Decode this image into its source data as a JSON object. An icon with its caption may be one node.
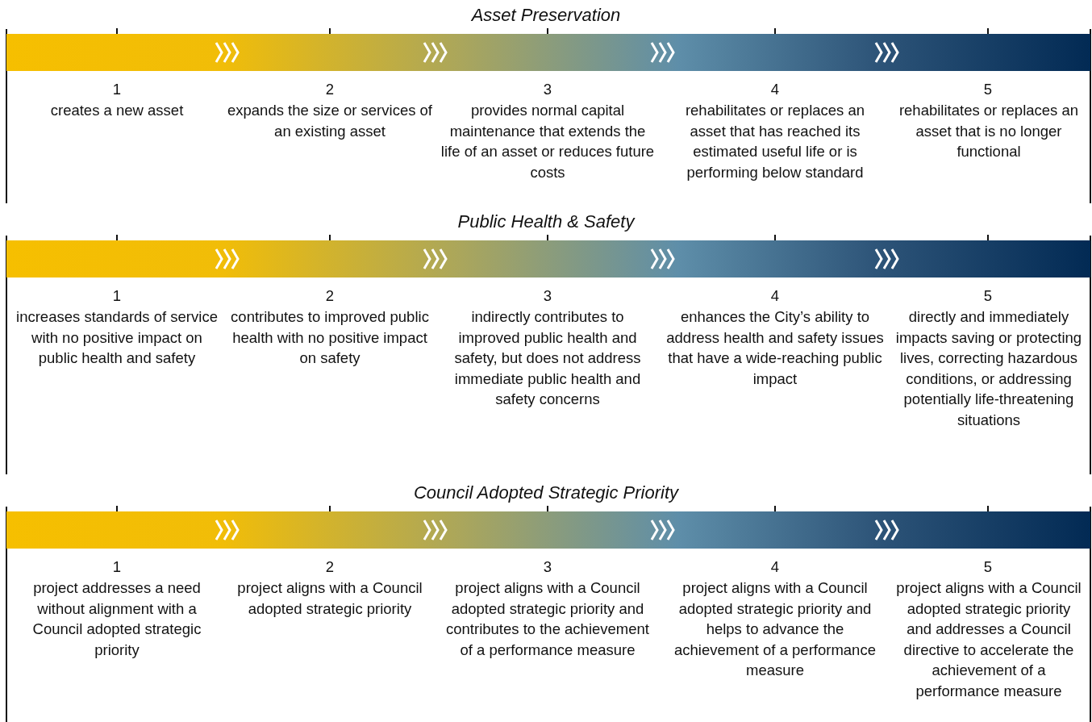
{
  "diagram": {
    "labels": [
      "Asset Preservation",
      "1",
      "creates a new asset",
      "2",
      "expands the size or services of an existing asset",
      "3",
      "provides normal capital maintenance that extends the life of an asset or reduces future costs",
      "4",
      "rehabilitates or replaces an asset that has reached its estimated useful life or is performing below standard",
      "5",
      "rehabilitates or replaces an asset that is no longer functional",
      "Public Health & Safety",
      "1",
      "increases standards of service with no positive impact on public health and safety",
      "2",
      "contributes to improved public health with no positive impact on safety",
      "3",
      "indirectly contributes to improved public health and safety, but does not address immediate public health and safety concerns",
      "4",
      "enhances the City’s ability to address health and safety issues that have a wide-reaching public impact",
      "5",
      "directly and immediately impacts saving or protecting lives, correcting hazardous conditions, or addressing potentially life-threatening situations",
      "Council Adopted Strategic Priority",
      "1",
      "project addresses a need without alignment with a Council adopted strategic priority",
      "2",
      "project aligns with a Council adopted strategic priority",
      "3",
      "project aligns with a Council adopted strategic priority and contributes to the achievement of a performance measure",
      "4",
      "project aligns with a Council adopted strategic priority and helps to advance the achievement of a performance measure",
      "5",
      "project aligns with a Council adopted strategic priority and addresses a Council directive to accelerate the achievement of a performance measure"
    ]
  }
}
